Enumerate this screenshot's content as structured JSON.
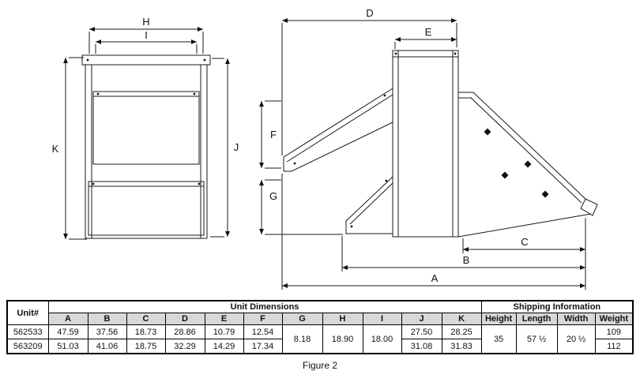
{
  "figure": {
    "caption": "Figure 2",
    "labels": {
      "A": "A",
      "B": "B",
      "C": "C",
      "D": "D",
      "E": "E",
      "F": "F",
      "G": "G",
      "H": "H",
      "I": "I",
      "J": "J",
      "K": "K"
    }
  },
  "table": {
    "unit_header": "Unit#",
    "dimensions_header": "Unit Dimensions",
    "shipping_header": "Shipping Information",
    "dim_columns": [
      "A",
      "B",
      "C",
      "D",
      "E",
      "F",
      "G",
      "H",
      "I",
      "J",
      "K"
    ],
    "ship_columns": [
      "Height",
      "Length",
      "Width",
      "Weight"
    ],
    "shared": {
      "G": "8.18",
      "H": "18.90",
      "I": "18.00",
      "height": "35",
      "length": "57 ½",
      "width": "20 ½"
    },
    "rows": [
      {
        "unit": "562533",
        "A": "47.59",
        "B": "37.56",
        "C": "18.73",
        "D": "28.86",
        "E": "10.79",
        "F": "12.54",
        "J": "27.50",
        "K": "28.25",
        "weight": "109"
      },
      {
        "unit": "563209",
        "A": "51.03",
        "B": "41.06",
        "C": "18.75",
        "D": "32.29",
        "E": "14.29",
        "F": "17.34",
        "J": "31.08",
        "K": "31.83",
        "weight": "112"
      }
    ]
  }
}
